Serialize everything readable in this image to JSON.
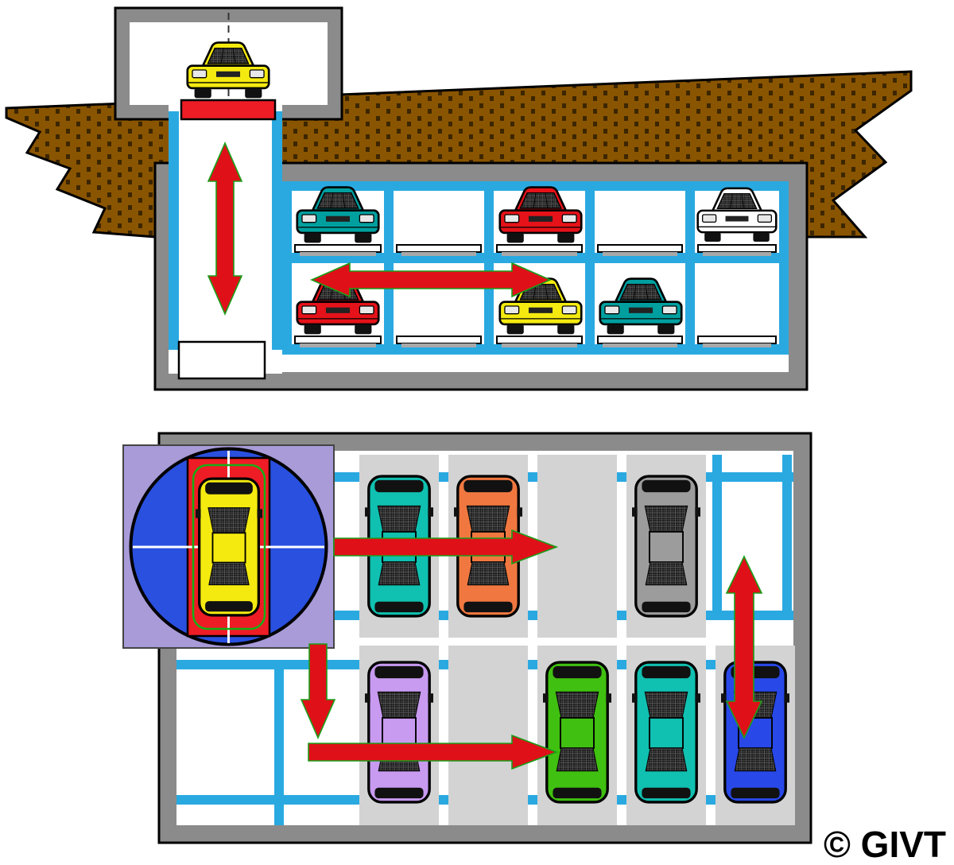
{
  "copyright": "© GIVT",
  "colors": {
    "arrow": "#e01018",
    "arrow_edge": "#1aa01a",
    "rail": "#2aa9e1",
    "earth": "#8a5500",
    "earth_dash": "#3c2600",
    "wall": "#8b8b8b",
    "slot": "#d3d3d3",
    "inset_bg": "#a89bd8",
    "turntable": "#2a50e0",
    "platform": "#ee1c25"
  },
  "cross_section": {
    "lift_car": {
      "name": "yellow-car-on-lift",
      "color": "#f4ea10"
    },
    "upper_row": [
      {
        "name": "teal-car",
        "color": "#009f9f"
      },
      {
        "name": "red-car",
        "color": "#e51219"
      },
      {
        "name": "white-car",
        "color": "#ffffff"
      }
    ],
    "lower_row": [
      {
        "name": "red-car",
        "color": "#e51219"
      },
      {
        "name": "yellow-car",
        "color": "#f4ea10"
      },
      {
        "name": "teal-car",
        "color": "#009f9f"
      }
    ]
  },
  "plan_view": {
    "turntable_car": {
      "name": "yellow-car-on-turntable",
      "color": "#f4ea10"
    },
    "top_row": [
      {
        "name": "teal-car",
        "color": "#10c0b0"
      },
      {
        "name": "orange-car",
        "color": "#f07840"
      },
      {
        "name": "gray-car",
        "color": "#9c9c9c"
      }
    ],
    "bottom_row": [
      {
        "name": "purple-car",
        "color": "#c89af0"
      },
      {
        "name": "green-car",
        "color": "#40c010"
      },
      {
        "name": "teal-car",
        "color": "#10c0b0"
      },
      {
        "name": "blue-car",
        "color": "#2848e8"
      }
    ]
  }
}
